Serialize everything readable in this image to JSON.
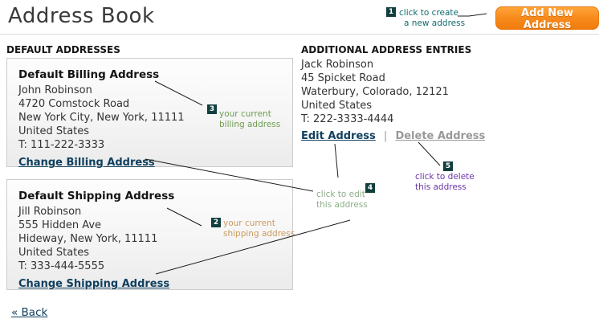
{
  "header": {
    "title": "Address Book",
    "add_button_label": "Add New Address"
  },
  "default_addresses": {
    "section_title": "DEFAULT ADDRESSES",
    "billing": {
      "title": "Default Billing Address",
      "name": "John Robinson",
      "street": "4720 Comstock Road",
      "city_line": "New York City, New York, 11111",
      "country": "United States",
      "phone": "T: 111-222-3333",
      "link_label": "Change Billing Address"
    },
    "shipping": {
      "title": "Default Shipping Address",
      "name": "Jill Robinson",
      "street": "555 Hidden Ave",
      "city_line": "Hideway, New York, 11111",
      "country": "United States",
      "phone": "T: 333-444-5555",
      "link_label": "Change Shipping Address"
    }
  },
  "additional_addresses": {
    "section_title": "ADDITIONAL ADDRESS ENTRIES",
    "entry": {
      "name": "Jack Robinson",
      "street": "45 Spicket Road",
      "city_line": "Waterbury, Colorado, 12121",
      "country": "United States",
      "phone": "T: 222-3333-4444",
      "edit_label": "Edit Address",
      "separator": "|",
      "delete_label": "Delete Address"
    }
  },
  "annotations": {
    "create": {
      "num": "1",
      "line1": "click to create",
      "line2": "a new address",
      "color": "#0f6b6b"
    },
    "shipping_note": {
      "num": "2",
      "line1": "your current",
      "line2": "shipping address",
      "color": "#cc9a5e"
    },
    "billing_note": {
      "num": "3",
      "line1": "your current",
      "line2": "billing address",
      "color": "#6e9c52"
    },
    "edit_note": {
      "num": "4",
      "line1": "click to edit",
      "line2": "this address",
      "color": "#8cae87"
    },
    "delete_note": {
      "num": "5",
      "line1": "click to delete",
      "line2": "this address",
      "color": "#6a35a8"
    }
  },
  "footer": {
    "back_label": "« Back"
  },
  "colors": {
    "badge_bg": "#113f3d",
    "link_navy": "#10405f",
    "delete_gray": "#999999",
    "button_orange": "#f98c1e",
    "divider_gray": "#d9d9d9"
  }
}
